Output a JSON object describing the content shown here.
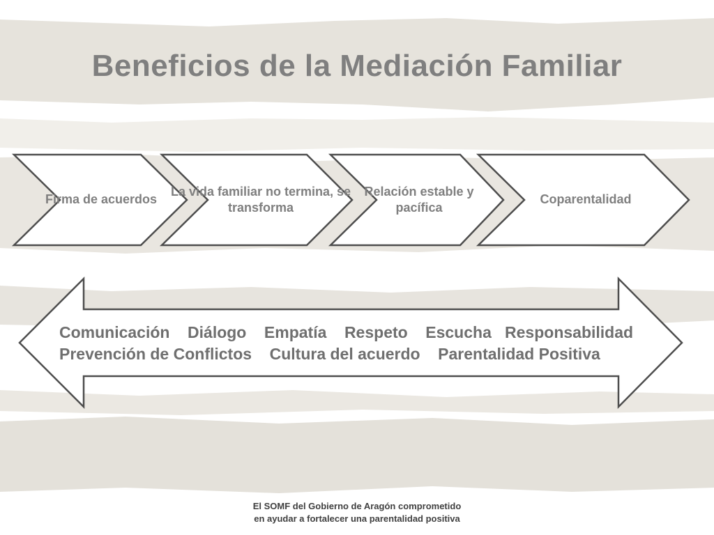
{
  "title": "Beneficios de la Mediación Familiar",
  "process_steps": [
    {
      "label": "Firma de acuerdos"
    },
    {
      "label": "La vida familiar no termina, se transforma"
    },
    {
      "label": "Relación estable y pacífica"
    },
    {
      "label": "Coparentalidad"
    }
  ],
  "benefits": {
    "line1": "Comunicación    Diálogo    Empatía    Respeto    Escucha   Responsabilidad",
    "line2": "Prevención de Conflictos    Cultura del acuerdo    Parentalidad Positiva"
  },
  "footer": {
    "line1": "El SOMF del Gobierno de Aragón comprometido",
    "line2": "en ayudar a fortalecer una parentalidad positiva"
  },
  "colors": {
    "stripe": "#e3e0da",
    "outline": "#4d4d4d",
    "text": "#7f7f7f"
  }
}
